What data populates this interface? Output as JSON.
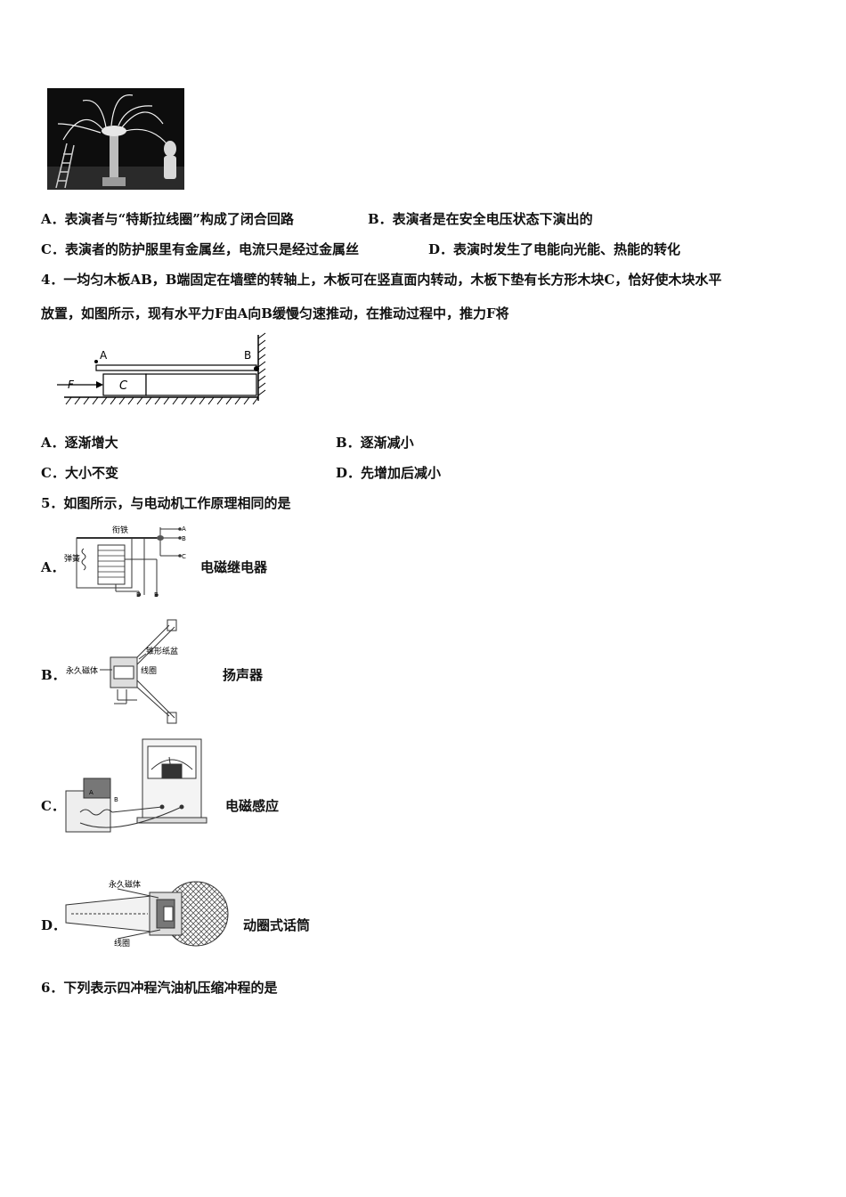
{
  "q3": {
    "options": {
      "A": "A．表演者与“特斯拉线圈”构成了闭合回路",
      "B": "B．表演者是在安全电压状态下演出的",
      "C": "C．表演者的防护服里有金属丝，电流只是经过金属丝",
      "D": "D．表演时发生了电能向光能、热能的转化"
    }
  },
  "q4": {
    "stem_line1": "4．一均匀木板AB，B端固定在墙壁的转轴上，木板可在竖直面内转动，木板下垫有长方形木块C，恰好使木块水平",
    "stem_line2": "放置，如图所示，现有水平力F由A向B缓慢匀速推动，在推动过程中，推力F将",
    "figure_labels": {
      "a": "A",
      "b": "B",
      "c": "C",
      "f": "F"
    },
    "options": {
      "A": "A．逐渐增大",
      "B": "B．逐渐减小",
      "C": "C．大小不变",
      "D": "D．先增加后减小"
    }
  },
  "q5": {
    "stem": "5．如图所示，与电动机工作原理相同的是",
    "options": [
      {
        "letter": "A．",
        "caption": "电磁继电器",
        "labels": [
          "衔铁",
          "弹簧",
          "A",
          "B",
          "C",
          "D",
          "E"
        ]
      },
      {
        "letter": "B．",
        "caption": "扬声器",
        "labels": [
          "锥形纸盆",
          "永久磁体",
          "线圈"
        ]
      },
      {
        "letter": "C．",
        "caption": "电磁感应",
        "labels": [
          "A",
          "B"
        ]
      },
      {
        "letter": "D．",
        "caption": "动圈式话筒",
        "labels": [
          "永久磁体",
          "线圈"
        ]
      }
    ]
  },
  "q6": {
    "stem": "6．下列表示四冲程汽油机压缩冲程的是"
  }
}
